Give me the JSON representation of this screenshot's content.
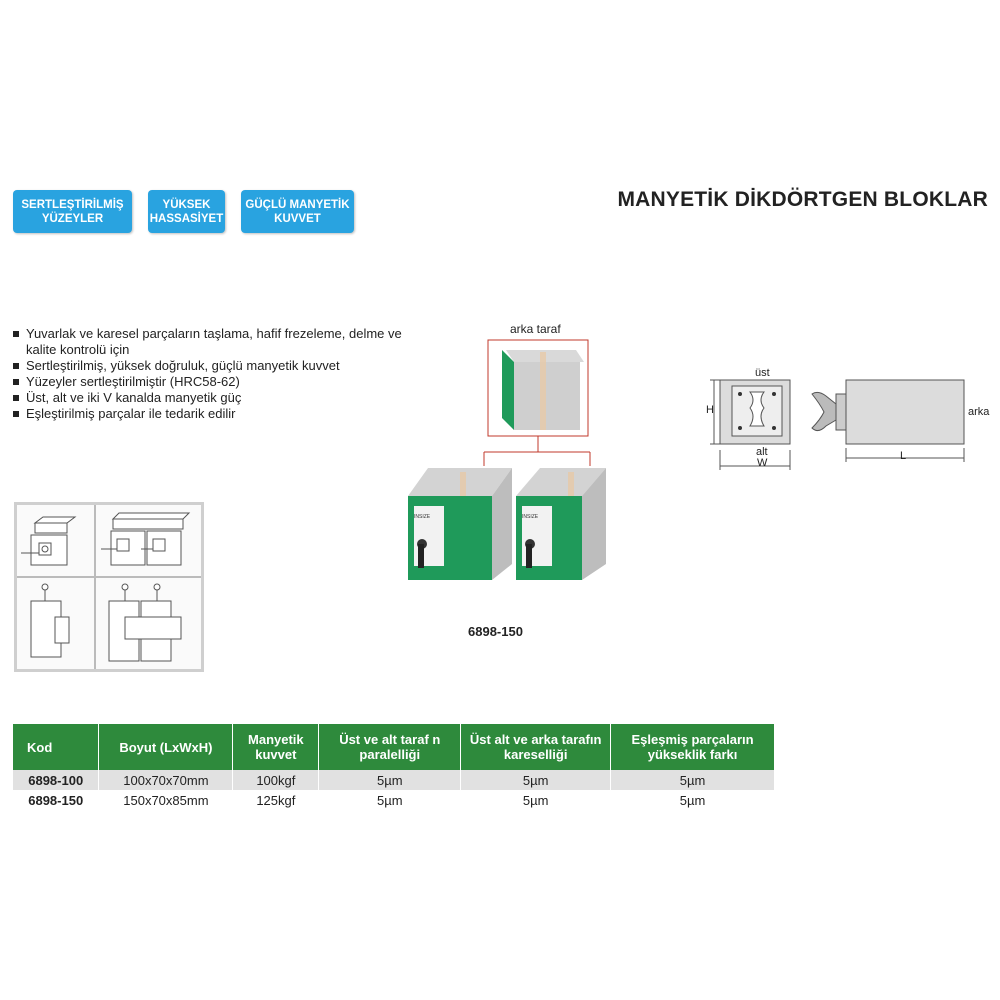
{
  "badges": [
    {
      "label": "SERTLEŞTİRİLMİŞ\nYÜZEYLER"
    },
    {
      "label": "YÜKSEK\nHASSASİYET"
    },
    {
      "label": "GÜÇLÜ MANYETİK\nKUVVET"
    }
  ],
  "title": "MANYETİK DİKDÖRTGEN BLOKLAR",
  "features": [
    "Yuvarlak ve karesel parçaların taşlama, hafif frezeleme, delme ve kalite kontrolü için",
    "Sertleştirilmiş, yüksek doğruluk, güçlü manyetik kuvvet",
    "Yüzeyler sertleştirilmiştir (HRC58-62)",
    "Üst, alt ve iki V kanalda manyetik güç",
    "Eşleştirilmiş parçalar ile tedarik edilir"
  ],
  "product": {
    "arka_label": "arka taraf",
    "model": "6898-150",
    "brand": "INSIZE"
  },
  "diagram": {
    "ust": "üst",
    "alt": "alt",
    "w": "W",
    "h": "H",
    "l": "L",
    "arka": "arka"
  },
  "table": {
    "headers": [
      "Kod",
      "Boyut (LxWxH)",
      "Manyetik kuvvet",
      "Üst ve alt taraf n paralelliği",
      "Üst alt ve arka tarafın kareselliği",
      "Eşleşmiş parçaların yükseklik farkı"
    ],
    "rows": [
      [
        "6898-100",
        "100x70x70mm",
        "100kgf",
        "5µm",
        "5µm",
        "5µm"
      ],
      [
        "6898-150",
        "150x70x85mm",
        "125kgf",
        "5µm",
        "5µm",
        "5µm"
      ]
    ]
  },
  "colors": {
    "badge": "#29a3e0",
    "table_header": "#2e8a3c",
    "block_green": "#1f9a5a",
    "callout_red": "#c0392b"
  }
}
